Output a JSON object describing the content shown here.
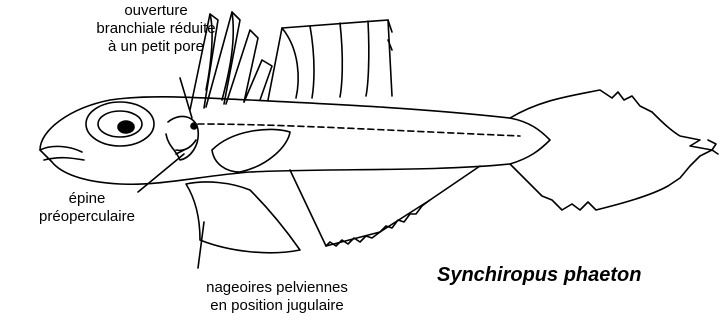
{
  "labels": {
    "gill_opening": [
      "ouverture",
      "branchiale réduite",
      "à un petit pore"
    ],
    "preopercular_spine": [
      "épine",
      "préoperculaire"
    ],
    "pelvic_fins": [
      "nageoires pelviennes",
      "en position jugulaire"
    ]
  },
  "species_name": "Synchiropus phaeton",
  "colors": {
    "ink": "#000000",
    "background": "#ffffff"
  }
}
